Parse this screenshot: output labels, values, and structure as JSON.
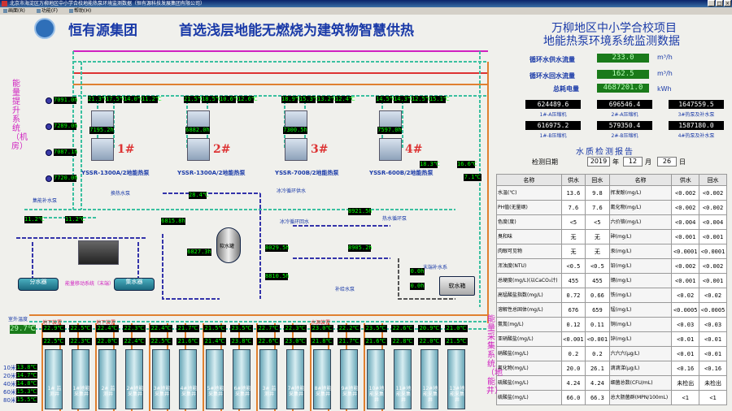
{
  "window": {
    "title": "北京市海淀区万柳地区中小学合校地能热泵环境监测数据（恒有源科技发展集团有限公司）",
    "menu": [
      "画面(R)",
      "功能(F)",
      "帮助(H)"
    ],
    "controls": [
      "_",
      "□",
      "×"
    ]
  },
  "header": {
    "company": "恒有源集团",
    "slogan": "首选浅层地能无燃烧为建筑物智慧供热",
    "project_line1": "万柳地区中小学合校项目",
    "project_line2": "地能热泵环境系统监测数据"
  },
  "flow": {
    "supply_label": "循环水供水流量",
    "supply_value": "233.0",
    "supply_unit": "m³/h",
    "return_label": "循环水回水流量",
    "return_value": "162.5",
    "return_unit": "m³/h",
    "power_label": "总耗电量",
    "power_value": "4687201.0",
    "power_unit": "kWh"
  },
  "meters": [
    {
      "value": "624489.6",
      "label": "1#-A压缩机"
    },
    {
      "value": "696546.4",
      "label": "2#-A压缩机"
    },
    {
      "value": "1647559.5",
      "label": "3#热泵及补水泵"
    },
    {
      "value": "616975.2",
      "label": "1#-B压缩机"
    },
    {
      "value": "579350.4",
      "label": "2#-B压缩机"
    },
    {
      "value": "1587180.0",
      "label": "4#热泵及补水泵"
    }
  ],
  "water_quality": {
    "title": "水质检测报告",
    "date_label": "检测日期",
    "year": "2019",
    "year_unit": "年",
    "month": "12",
    "month_unit": "月",
    "day": "26",
    "day_unit": "日",
    "headers": [
      "名称",
      "供水",
      "回水",
      "名称",
      "供水",
      "回水"
    ],
    "rows": [
      [
        "水温(℃)",
        "13.6",
        "9.8",
        "挥发酚(mg/L)",
        "<0.002",
        "<0.002"
      ],
      [
        "PH值(无量纲)",
        "7.6",
        "7.6",
        "氰化物(mg/L)",
        "<0.002",
        "<0.002"
      ],
      [
        "色度(度)",
        "<5",
        "<5",
        "六价铬(mg/L)",
        "<0.004",
        "<0.004"
      ],
      [
        "臭和味",
        "无",
        "无",
        "砷(mg/L)",
        "<0.001",
        "<0.001"
      ],
      [
        "肉眼可见物",
        "无",
        "无",
        "汞(mg/L)",
        "<0.0001",
        "<0.0001"
      ],
      [
        "浑浊度(NTU)",
        "<0.5",
        "<0.5",
        "铅(mg/L)",
        "<0.002",
        "<0.002"
      ],
      [
        "总硬度(mg/L)(以CaCO₃计)",
        "455",
        "455",
        "镉(mg/L)",
        "<0.001",
        "<0.001"
      ],
      [
        "高锰酸盐指数(mg/L)",
        "0.72",
        "0.66",
        "铁(mg/L)",
        "<0.02",
        "<0.02"
      ],
      [
        "溶解性总固体(mg/L)",
        "676",
        "659",
        "锰(mg/L)",
        "<0.0005",
        "<0.0005"
      ],
      [
        "氨氮(mg/L)",
        "0.12",
        "0.11",
        "铜(mg/L)",
        "<0.03",
        "<0.03"
      ],
      [
        "亚硝酸盐(mg/L)",
        "<0.001",
        "<0.001",
        "锌(mg/L)",
        "<0.01",
        "<0.01"
      ],
      [
        "硝酸盐(mg/L)",
        "0.2",
        "0.2",
        "六六六(μg/L)",
        "<0.01",
        "<0.01"
      ],
      [
        "氟化物(mg/L)",
        "20.0",
        "26.1",
        "滴滴涕(μg/L)",
        "<0.16",
        "<0.16"
      ],
      [
        "硫酸盐(mg/L)",
        "4.24",
        "4.24",
        "细菌总数(CFU/mL)",
        "未检出",
        "未检出"
      ],
      [
        "硫酸盐(mg/L)",
        "66.0",
        "66.3",
        "总大肠菌群(MPN/100mL)",
        "<1",
        "<1"
      ]
    ]
  },
  "heat_pumps": [
    {
      "num": "1#",
      "name": "YSSR-1300A/2地能热泵",
      "temps": [
        "21.3℃",
        "17.5℃",
        "14.0℃",
        "11.2℃"
      ],
      "power": "7195.2h"
    },
    {
      "num": "2#",
      "name": "YSSR-1300A/2地能热泵",
      "temps": [
        "21.5℃",
        "18.5℃",
        "10.6℃",
        "12.6℃"
      ],
      "power": "6882.0h"
    },
    {
      "num": "3#",
      "name": "YSSR-700B/2地能热泵",
      "temps": [
        "18.9℃",
        "15.3℃",
        "13.2℃",
        "12.4℃"
      ],
      "power": "7300.5h"
    },
    {
      "num": "4#",
      "name": "YSSR-600B/2地能热泵",
      "temps": [
        "14.5℃",
        "14.3℃",
        "12.5℃",
        "15.1℃"
      ],
      "power": "7597.0h"
    }
  ],
  "left_system": {
    "vertical_label": "能量提升系统（机房）",
    "pump_hours": [
      "7091.0h",
      "7289.0h",
      "7087.1h",
      "7720.0h"
    ],
    "circ_label": "集能补水泵",
    "ts_values": [
      "11.2℃",
      "11.2℃"
    ],
    "tanks": [
      {
        "label": "分水器"
      },
      {
        "label": "集水器"
      }
    ],
    "migrate_label": "能量移动系统（末端）"
  },
  "middle": {
    "pumps_label": "换热水泵",
    "pump_values": [
      "6815.8h",
      "6827.3h"
    ],
    "tank_label": "软水罐",
    "heater_labels": [
      "冰冷循环供水",
      "冰冷循环回水",
      "热水循环泵"
    ],
    "hot_vals": [
      "8921.5h",
      "8029.5h",
      "8905.2h",
      "8810.5h"
    ],
    "pipe_values": [
      "28.4℃",
      "18.3℃",
      "16.6℃",
      "7.1℃"
    ],
    "supply_label": "补给水泵",
    "make_label": "末端补水系",
    "box_label": "软水箱",
    "bottom_vals": [
      "0.0h",
      "0.0h"
    ]
  },
  "well_system": {
    "vertical_label": "能量采集系统（地能井）",
    "room_temp_label": "室外温度",
    "room_temp": "29.7℃",
    "depth_labels": [
      "10米",
      "20米",
      "40米",
      "60米",
      "80米"
    ],
    "depth_vals": [
      "13.8℃",
      "14.7℃",
      "14.8℃",
      "15.3℃",
      "15.5℃"
    ],
    "top_temps": [
      "22.9℃",
      "22.5℃",
      "22.4℃",
      "22.3℃",
      "22.4℃",
      "21.7℃",
      "21.5℃",
      "23.5℃",
      "22.7℃",
      "22.3℃",
      "23.0℃",
      "22.2℃",
      "23.5℃",
      "22.6℃",
      "20.9℃",
      "21.0℃"
    ],
    "mid_temps": [
      "22.5℃",
      "22.3℃",
      "22.0℃",
      "22.4℃",
      "22.5℃",
      "21.6℃",
      "21.4℃",
      "23.8℃",
      "22.6℃",
      "23.0℃",
      "21.8℃",
      "21.7℃",
      "21.6℃",
      "22.8℃",
      "22.0℃",
      "21.5℃"
    ],
    "wells": [
      "1#\n监测井",
      "1#地能采集井",
      "2#\n监测井",
      "2#地能采集井",
      "3#地能采集井",
      "4#地能采集井",
      "5#地能采集井",
      "6#地能采集井",
      "3#\n监测井",
      "7#地能采集井",
      "8#地能采集井",
      "9#地能采集井",
      "10#地能采集井",
      "11#地能采集井",
      "12#地能采集井",
      "13#地能采集井"
    ],
    "well_head_labels": [
      "地下装置",
      "地下装置",
      "水源装置"
    ]
  }
}
